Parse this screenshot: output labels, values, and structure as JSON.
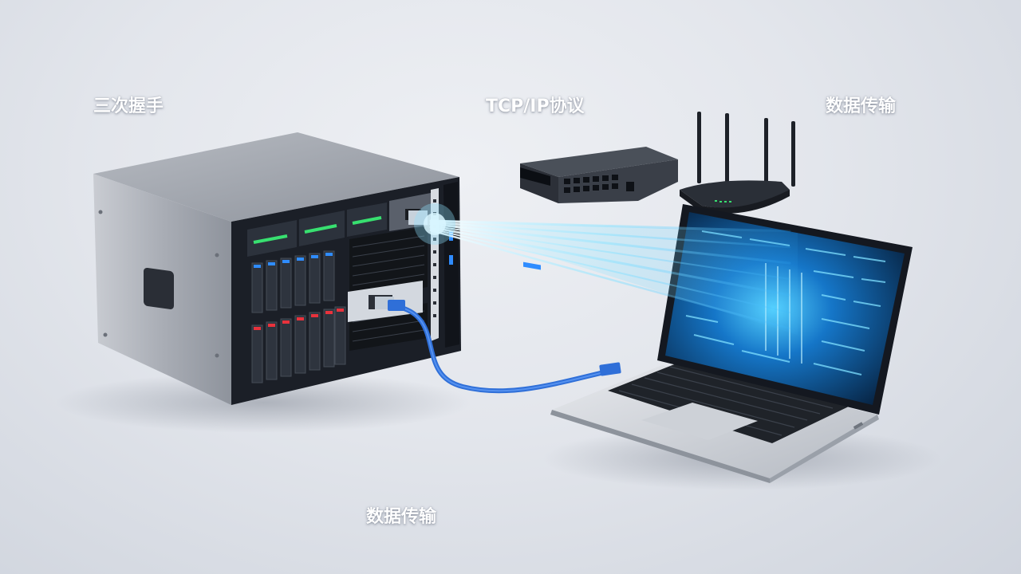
{
  "labels": {
    "handshake": "三次握手",
    "protocol": "TCP/IP协议",
    "transfer_top": "数据传输",
    "transfer_bottom": "数据传输"
  },
  "objects": {
    "server": "rack-server",
    "switch": "network-switch",
    "router": "wifi-router",
    "laptop": "laptop",
    "cable": "ethernet-cable",
    "beam": "data-light-beam"
  },
  "colors": {
    "beam": "#6fd6ff",
    "cable": "#2f6fd8",
    "screen_glow": "#2aa9ff",
    "drive_led_green": "#38e070",
    "drive_led_red": "#e8323c",
    "drive_led_blue": "#2f8cff"
  }
}
